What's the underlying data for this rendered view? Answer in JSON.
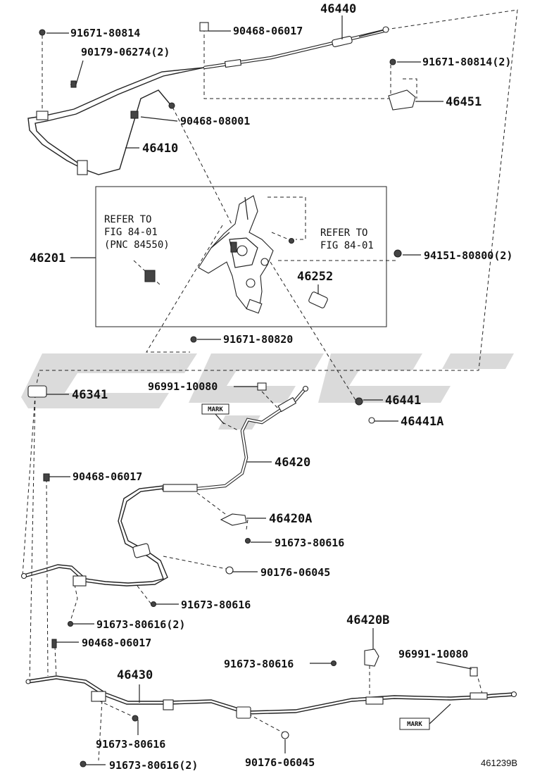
{
  "diagram_id": "461239B",
  "watermark": "cpa",
  "inset": {
    "refer_left": [
      "REFER TO",
      "FIG 84-01",
      "(PNC 84550)"
    ],
    "refer_right": [
      "REFER TO",
      "FIG 84-01"
    ]
  },
  "mark_label": "MARK",
  "parts": {
    "p46440": "46440",
    "p91671_80814_a": "91671-80814",
    "p90468_06017_a": "90468-06017",
    "p90179_06274": "90179-06274(2)",
    "p91671_80814_b": "91671-80814(2)",
    "p46451": "46451",
    "p90468_08001": "90468-08001",
    "p46410": "46410",
    "p46201": "46201",
    "p94151_80800": "94151-80800(2)",
    "p46252": "46252",
    "p91671_80820": "91671-80820",
    "p46341": "46341",
    "p96991_10080_a": "96991-10080",
    "p46441": "46441",
    "p46441A": "46441A",
    "p46420": "46420",
    "p90468_06017_b": "90468-06017",
    "p46420A": "46420A",
    "p91673_80616_a": "91673-80616",
    "p90176_06045_a": "90176-06045",
    "p91673_80616_b": "91673-80616",
    "p91673_80616_c": "91673-80616(2)",
    "p46420B": "46420B",
    "p90468_06017_c": "90468-06017",
    "p91673_80616_d": "91673-80616",
    "p96991_10080_b": "96991-10080",
    "p46430": "46430",
    "p91673_80616_e": "91673-80616",
    "p90176_06045_b": "90176-06045",
    "p91673_80616_f": "91673-80616(2)"
  }
}
